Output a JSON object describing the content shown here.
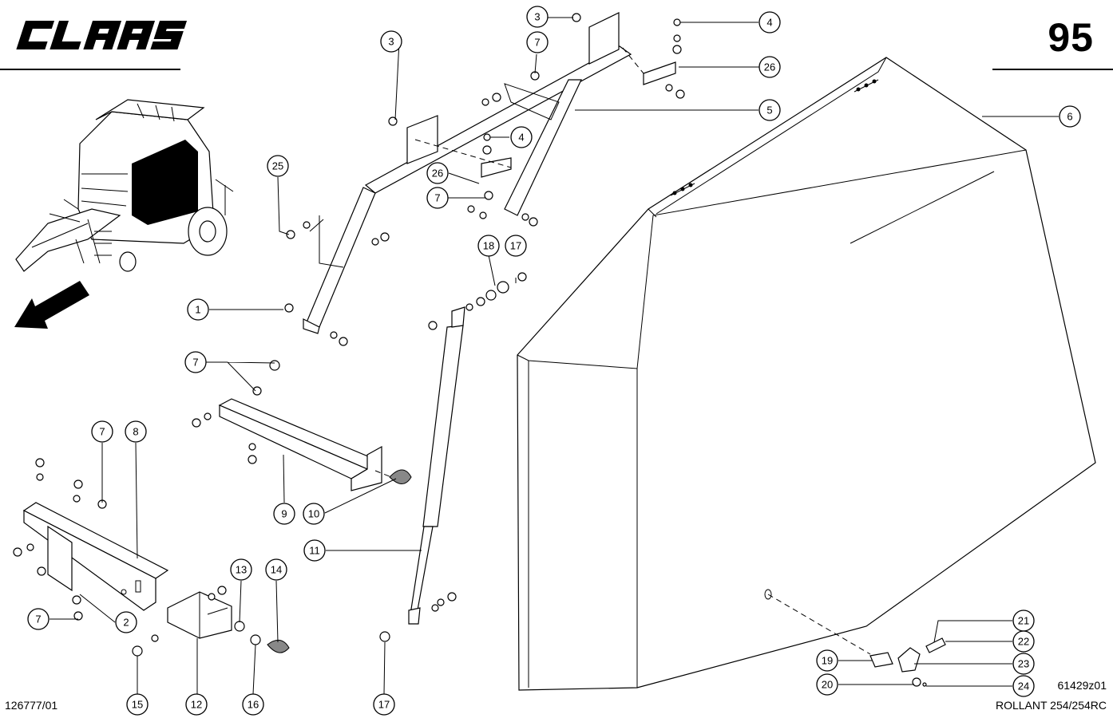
{
  "header": {
    "brand": "CLAAS",
    "page_number": "95"
  },
  "footer": {
    "doc_number": "126777/01",
    "figure_code": "61429z01",
    "model": "ROLLANT 254/254RC"
  },
  "icons": {
    "brand": "claas-logo-icon",
    "machine": "baler-overview-icon",
    "direction": "direction-arrow-icon"
  },
  "callouts": [
    {
      "id": "c1",
      "label": "1"
    },
    {
      "id": "c2",
      "label": "2"
    },
    {
      "id": "c3a",
      "label": "3"
    },
    {
      "id": "c3b",
      "label": "3"
    },
    {
      "id": "c4a",
      "label": "4"
    },
    {
      "id": "c4b",
      "label": "4"
    },
    {
      "id": "c5",
      "label": "5"
    },
    {
      "id": "c6",
      "label": "6"
    },
    {
      "id": "c7a",
      "label": "7"
    },
    {
      "id": "c7b",
      "label": "7"
    },
    {
      "id": "c7c",
      "label": "7"
    },
    {
      "id": "c7d",
      "label": "7"
    },
    {
      "id": "c7e",
      "label": "7"
    },
    {
      "id": "c8",
      "label": "8"
    },
    {
      "id": "c9",
      "label": "9"
    },
    {
      "id": "c10",
      "label": "10"
    },
    {
      "id": "c11",
      "label": "11"
    },
    {
      "id": "c12",
      "label": "12"
    },
    {
      "id": "c13",
      "label": "13"
    },
    {
      "id": "c14",
      "label": "14"
    },
    {
      "id": "c15",
      "label": "15"
    },
    {
      "id": "c16",
      "label": "16"
    },
    {
      "id": "c17a",
      "label": "17"
    },
    {
      "id": "c17b",
      "label": "17"
    },
    {
      "id": "c18",
      "label": "18"
    },
    {
      "id": "c19",
      "label": "19"
    },
    {
      "id": "c20",
      "label": "20"
    },
    {
      "id": "c21",
      "label": "21"
    },
    {
      "id": "c22",
      "label": "22"
    },
    {
      "id": "c23",
      "label": "23"
    },
    {
      "id": "c24",
      "label": "24"
    },
    {
      "id": "c25",
      "label": "25"
    },
    {
      "id": "c26a",
      "label": "26"
    },
    {
      "id": "c26b",
      "label": "26"
    }
  ]
}
